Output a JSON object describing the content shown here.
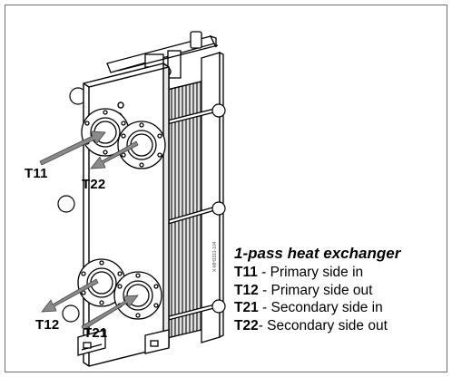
{
  "labels": {
    "t11": "T11",
    "t22": "T22",
    "t12": "T12",
    "t21": "T21"
  },
  "legend": {
    "title": "1-pass heat exchanger",
    "items": [
      {
        "code": "T11",
        "text": " - Primary side in"
      },
      {
        "code": "T12",
        "text": " - Primary side out"
      },
      {
        "code": "T21",
        "text": " - Secondary side in"
      },
      {
        "code": "T22",
        "text": "- Secondary side out"
      }
    ]
  },
  "drawing_code": "X-MH3311-104",
  "colors": {
    "line": "#000000",
    "arrow": "#8a8a8a",
    "plate_dark": "#5a5a5a",
    "plate_light": "#d8d8d8",
    "frame_border": "#6f6f6f"
  }
}
